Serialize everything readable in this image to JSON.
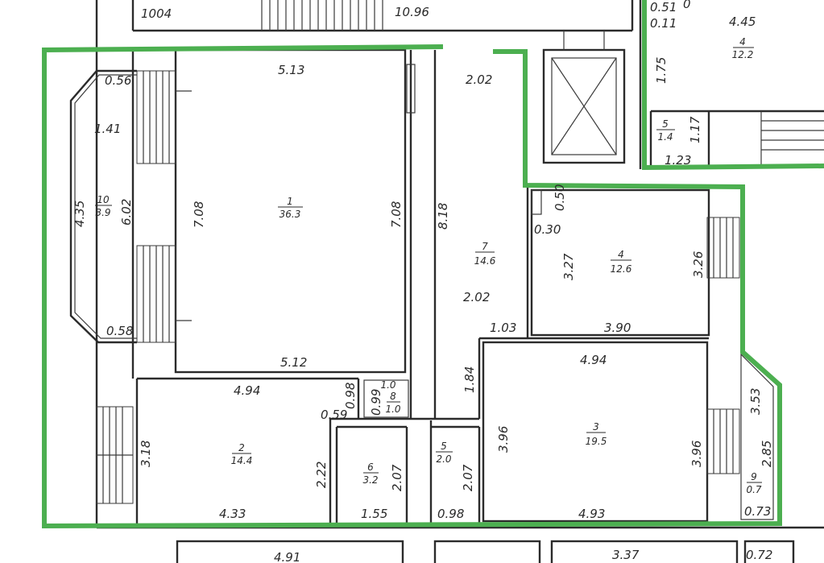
{
  "outline_color": "#4caf50",
  "wall_color": "#2b2b2b",
  "rooms": [
    {
      "num": "1",
      "area": "36.3"
    },
    {
      "num": "2",
      "area": "14.4"
    },
    {
      "num": "3",
      "area": "19.5"
    },
    {
      "num": "4",
      "area": "12.6"
    },
    {
      "num": "5",
      "area": "2.0"
    },
    {
      "num": "6",
      "area": "3.2"
    },
    {
      "num": "7",
      "area": "14.6"
    },
    {
      "num": "8",
      "area": "1.0"
    },
    {
      "num": "9",
      "area": "0.7"
    },
    {
      "num": "10",
      "area": "3.9"
    }
  ],
  "neighbor_rooms": [
    {
      "num": "4",
      "area": "12.2"
    },
    {
      "num": "5",
      "area": "1.4"
    }
  ],
  "dims": {
    "top_left": "1004",
    "top_mid": "10.96",
    "nb_051": "0.51",
    "nb_011": "0.11",
    "nb_0": "0",
    "nb_445": "4.45",
    "nb_175": "1.75",
    "nb_117": "1.17",
    "nb_123": "1.23",
    "r1_top": "5.13",
    "r1_left": "7.08",
    "r1_right": "7.08",
    "r1_bottom": "5.12",
    "r10_056": "0.56",
    "r10_141": "1.41",
    "r10_435": "4.35",
    "r10_602": "6.02",
    "r10_058": "0.58",
    "r7_top": "2.02",
    "r7_818": "8.18",
    "r7_202": "2.02",
    "r7_103": "1.03",
    "r4_050": "0.50",
    "r4_030": "0.30",
    "r4_327": "3.27",
    "r4_326": "3.26",
    "r4_390": "3.90",
    "r3_top": "4.94",
    "r3_left": "3.96",
    "r3_right": "3.96",
    "r3_bottom": "4.93",
    "r3_184": "1.84",
    "r2_top": "4.94",
    "r2_098": "0.98",
    "r2_059": "0.59",
    "r2_318": "3.18",
    "r2_222": "2.22",
    "r2_bottom": "4.33",
    "r8_10": "1.0",
    "r8_099": "0.99",
    "r6_207": "2.07",
    "r6_155": "1.55",
    "r5_207": "2.07",
    "r5_098": "0.98",
    "r9_353": "3.53",
    "r9_285": "2.85",
    "r9_073": "0.73",
    "bot_491": "4.91",
    "bot_337": "3.37",
    "bot_072": "0.72"
  }
}
